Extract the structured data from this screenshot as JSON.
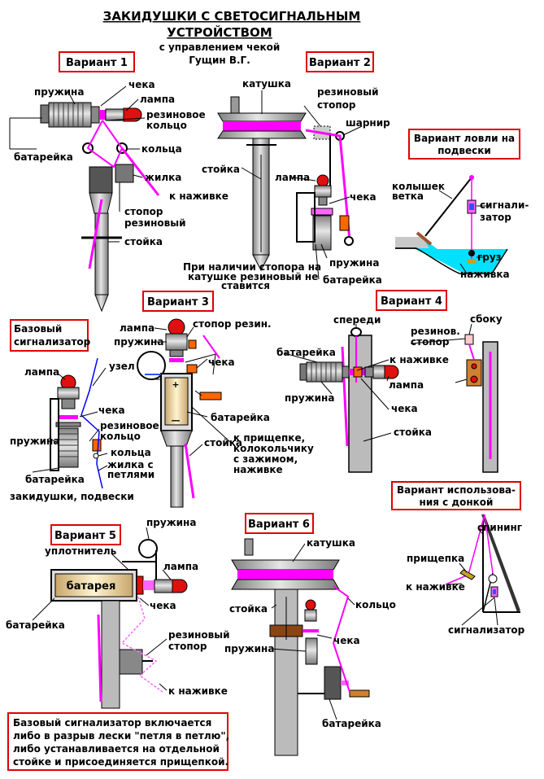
{
  "title_line1": "ЗАКИДУШКИ С СВЕТОСИГНАЛЬНЫМ",
  "title_line2": "УСТРОЙСТВОМ",
  "subtitle": "с управлением чекой",
  "author": "Гущин В.Г.",
  "colors": {
    "line": "#ff00ff",
    "lamp": "#e01010",
    "box_border": "#e00000",
    "water": "#00e0ff",
    "ground": "#c8c8c8",
    "thread": "#0000ff"
  },
  "boxes": {
    "v1": "Вариант 1",
    "v2": "Вариант 2",
    "v3": "Вариант 3",
    "v4": "Вариант 4",
    "v5": "Вариант 5",
    "v6": "Вариант 6",
    "base1": "Базовый",
    "base2": "сигнализатор",
    "hang1": "Вариант ловли на",
    "hang2": "подвески",
    "donk1": "Вариант использова-",
    "donk2": "ния с донкой"
  },
  "v1": {
    "spring": "пружина",
    "pin": "чека",
    "lamp": "лампа",
    "rubber1": "резиновое",
    "rubber2": "кольцо",
    "battery": "батарейка",
    "rings": "кольца",
    "line": "жилка",
    "bait": "к наживке",
    "stop1": "стопор",
    "stop2": "резиновый",
    "post": "стойка"
  },
  "v2": {
    "reel": "катушка",
    "stop1": "резиновый",
    "stop2": "стопор",
    "hinge": "шарнир",
    "post": "стойка",
    "lamp": "лампа",
    "pin": "чека",
    "spring": "пружина",
    "battery": "батарейка",
    "note1": "При наличии стопора на",
    "note2": "катушке резиновый не",
    "note3": "ставится"
  },
  "hang": {
    "peg1": "колышек",
    "peg2": "ветка",
    "sig1": "сигнали-",
    "sig2": "затор",
    "weight": "груз",
    "bait": "наживка"
  },
  "v3": {
    "lamp": "лампа",
    "stop": "стопор резин.",
    "spring": "пружина",
    "pin": "чека",
    "battery": "батарейка",
    "post": "стойка",
    "clip1": "к прищепке,",
    "clip2": "колокольчику",
    "clip3": "с зажимом,",
    "clip4": "наживке",
    "plus": "+",
    "minus": "—"
  },
  "v4": {
    "front": "спереди",
    "side": "сбоку",
    "stop1": "резинов.",
    "stop2": "стопор",
    "battery": "батарейка",
    "bait": "к наживке",
    "spring": "пружина",
    "lamp": "лампа",
    "pin": "чека",
    "post": "стойка"
  },
  "base": {
    "lamp": "лампа",
    "knot": "узел",
    "pin": "чека",
    "spring": "пружина",
    "rubber1": "резиновое",
    "rubber2": "кольцо",
    "ring": "кольца",
    "line1": "жилка с",
    "line2": "петлями",
    "battery": "батарейка",
    "footer": "закидушки, подвески"
  },
  "v5": {
    "spring": "пружина",
    "seal": "уплотнитель",
    "lamp": "лампа",
    "battery_in": "батарея",
    "pin": "чека",
    "battery": "батарейка",
    "stop1": "резиновый",
    "stop2": "стопор",
    "bait": "к наживке"
  },
  "v6": {
    "reel": "катушка",
    "post": "стойка",
    "ring": "кольцо",
    "pin": "чека",
    "spring": "пружина",
    "battery": "батарейка"
  },
  "donk": {
    "rod": "спининг",
    "clip": "прищепка",
    "bait": "к наживке",
    "signal": "сигнализатор"
  },
  "note": {
    "line1": "Базовый сигнализатор включается",
    "line2": "либо в разрыв лески \"петля в петлю\",",
    "line3": "либо устанавливается на отдельной",
    "line4": "стойке и присоединяется прищепкой."
  }
}
